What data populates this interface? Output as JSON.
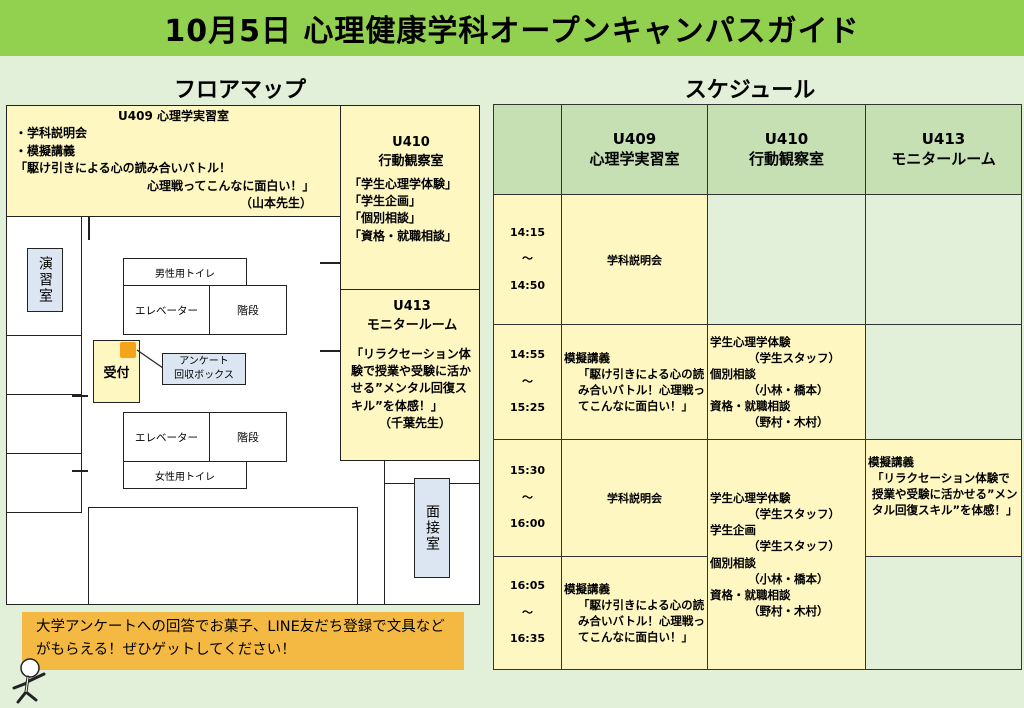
{
  "header": {
    "title": "10月5日 心理健康学科オープンキャンパスガイド"
  },
  "floor_map": {
    "title": "フロアマップ",
    "u409": {
      "title": "U409 心理学実習室",
      "lines": [
        "・学科説明会",
        "・模擬講義",
        "「駆け引きによる心の読み合いバトル！",
        "心理戦ってこんなに面白い！」",
        "（山本先生）"
      ]
    },
    "u410": {
      "code": "U410",
      "name": "行動観察室",
      "lines": [
        "「学生心理学体験」",
        "「学生企画」",
        "「個別相談」",
        "「資格・就職相談」"
      ]
    },
    "u413": {
      "code": "U413",
      "name": "モニタールーム",
      "text": "「リラクセーション体験で授業や受験に活かせる”メンタル回復スキル”を体感！」",
      "teacher": "（千葉先生）"
    },
    "enshu": "演習室",
    "mensetsu": "面接室",
    "toilet_m": "男性用トイレ",
    "toilet_f": "女性用トイレ",
    "elevator": "エレベーター",
    "stairs": "階段",
    "reception": "受付",
    "survey_box": [
      "アンケート",
      "回収ボックス"
    ],
    "note": "大学アンケートへの回答でお菓子、LINE友だち登録で文具などがもらえる！ぜひゲットしてください！"
  },
  "schedule": {
    "title": "スケジュール",
    "columns": [
      {
        "code": "U409",
        "name": "心理学実習室"
      },
      {
        "code": "U410",
        "name": "行動観察室"
      },
      {
        "code": "U413",
        "name": "モニタールーム"
      }
    ],
    "rows": [
      {
        "start": "14:15",
        "sep": "～",
        "end": "14:50"
      },
      {
        "start": "14:55",
        "sep": "～",
        "end": "15:25"
      },
      {
        "start": "15:30",
        "sep": "～",
        "end": "16:00"
      },
      {
        "start": "16:05",
        "sep": "～",
        "end": "16:35"
      }
    ],
    "setsumeikai": "学科説明会",
    "lecture": {
      "title": "模擬講義",
      "text": "「駆け引きによる心の読み合いバトル！心理戦ってこんなに面白い！」"
    },
    "u410_block1": [
      "学生心理学体験",
      "（学生スタッフ）",
      "個別相談",
      "（小林・橋本）",
      "資格・就職相談",
      "（野村・木村）"
    ],
    "u410_block2": [
      "学生心理学体験",
      "（学生スタッフ）",
      "学生企画",
      "（学生スタッフ）",
      "個別相談",
      "（小林・橋本）",
      "資格・就職相談",
      "（野村・木村）"
    ],
    "u413_lecture": {
      "title": "模擬講義",
      "text": "「リラクセーション体験で授業や受験に活かせる”メンタル回復スキル”を体感！」"
    }
  },
  "colors": {
    "header_bg": "#92d050",
    "page_bg": "#e2efd9",
    "yellow": "#fff7c2",
    "table_header": "#c6e0b4",
    "note_bg": "#f4b942",
    "box_blue": "#dce6f2",
    "reception_dot": "#f4a31b"
  }
}
